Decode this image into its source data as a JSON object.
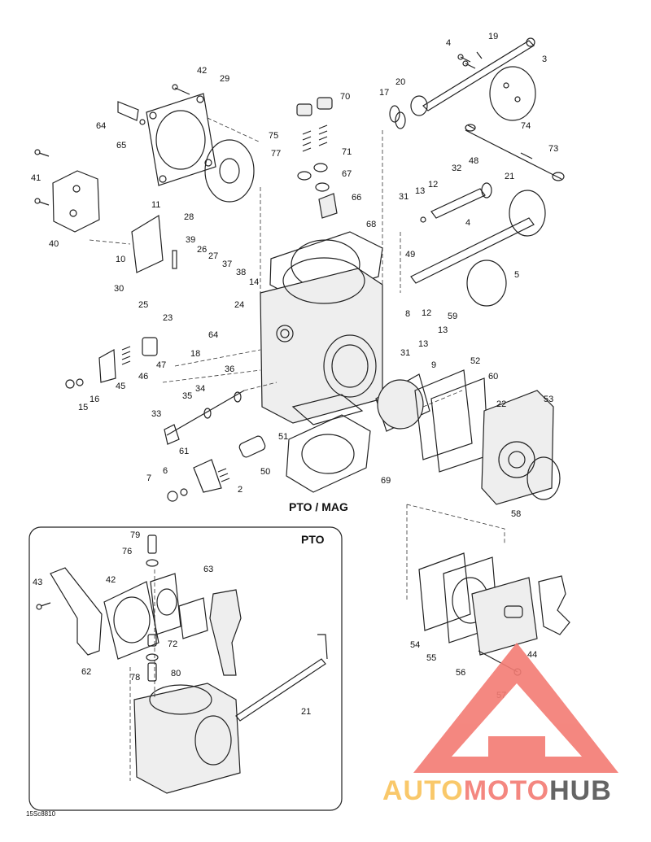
{
  "labels": {
    "main_section": "PTO / MAG",
    "inset_section": "PTO",
    "figure_code": "15Sc8810"
  },
  "callouts": [
    "19",
    "4",
    "3",
    "42",
    "29",
    "70",
    "20",
    "17",
    "64",
    "65",
    "75",
    "77",
    "71",
    "74",
    "73",
    "41",
    "67",
    "48",
    "32",
    "66",
    "12",
    "21",
    "13",
    "31",
    "11",
    "28",
    "68",
    "40",
    "4",
    "39",
    "10",
    "26",
    "27",
    "37",
    "38",
    "30",
    "14",
    "49",
    "5",
    "25",
    "8",
    "23",
    "24",
    "59",
    "12",
    "13",
    "18",
    "64",
    "31",
    "13",
    "47",
    "46",
    "45",
    "9",
    "52",
    "36",
    "16",
    "15",
    "35",
    "34",
    "60",
    "53",
    "22",
    "33",
    "51",
    "61",
    "50",
    "7",
    "6",
    "2",
    "69",
    "58",
    "79",
    "76",
    "63",
    "43",
    "42",
    "54",
    "55",
    "44",
    "72",
    "56",
    "62",
    "78",
    "80",
    "57",
    "21"
  ],
  "watermark": {
    "brand_parts": [
      "AUTO",
      "MOTO",
      "HUB"
    ],
    "colors": {
      "auto": "#f9c35a",
      "moto": "#f37b73",
      "hub": "#555555"
    }
  }
}
